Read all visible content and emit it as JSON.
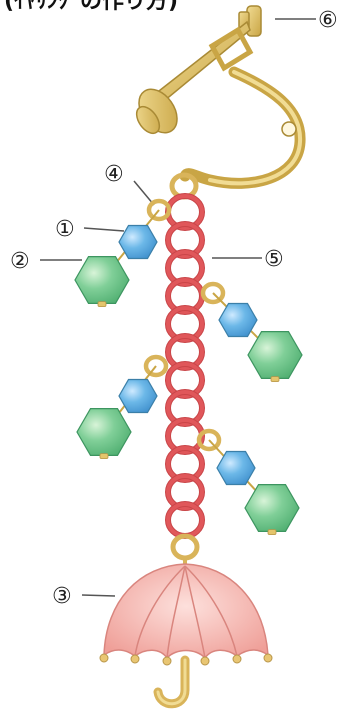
{
  "header": {
    "text": "(ｲﾔﾘﾝｸﾞの作り方)"
  },
  "callouts": [
    {
      "id": "1",
      "label": "①"
    },
    {
      "id": "2",
      "label": "②"
    },
    {
      "id": "3",
      "label": "③"
    },
    {
      "id": "4",
      "label": "④"
    },
    {
      "id": "5",
      "label": "⑤"
    },
    {
      "id": "6",
      "label": "⑥"
    }
  ],
  "colors": {
    "chain_ring": "#e0575a",
    "jump_ring": "#d9b45a",
    "blue_bead": "#5aa9dc",
    "green_bead": "#6ec48a",
    "umbrella": "#f3b2ad",
    "earring_clip": "#d8bd6a",
    "leader_line": "#555555"
  },
  "icons": {
    "earring_clip": "earring-clip-icon",
    "umbrella": "umbrella-charm-icon",
    "blue_bead": "blue-bead-icon",
    "green_bead": "green-bead-icon"
  }
}
